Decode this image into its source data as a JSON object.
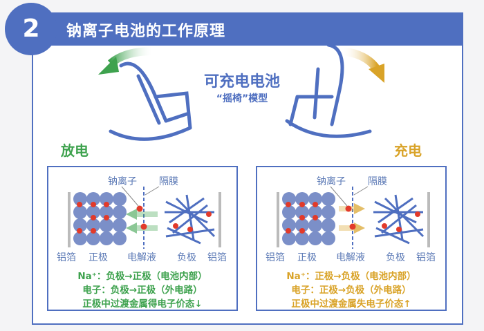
{
  "header": {
    "number": "2",
    "title": "钠离子电池的工作原理"
  },
  "center": {
    "title": "可充电电池",
    "subtitle": "“摇椅”模型"
  },
  "discharge": {
    "label": "放电",
    "color": "#3ea24e",
    "sodium_ion": "钠离子",
    "separator": "隔膜",
    "labels": [
      "铝箔",
      "正极",
      "电解液",
      "负极",
      "铝箔"
    ],
    "lines": [
      "Na⁺：负极→正极（电池内部）",
      "电子：负极→正极（外电路）",
      "正极中过渡金属得电子价态↓"
    ]
  },
  "charge": {
    "label": "充电",
    "color": "#d9a328",
    "sodium_ion": "钠离子",
    "separator": "隔膜",
    "labels": [
      "铝箔",
      "正极",
      "电解液",
      "负极",
      "铝箔"
    ],
    "lines": [
      "Na⁺：正极→负极（电池内部）",
      "电子：正极→负极（外电路）",
      "正极中过渡金属失电子价态↑"
    ]
  }
}
